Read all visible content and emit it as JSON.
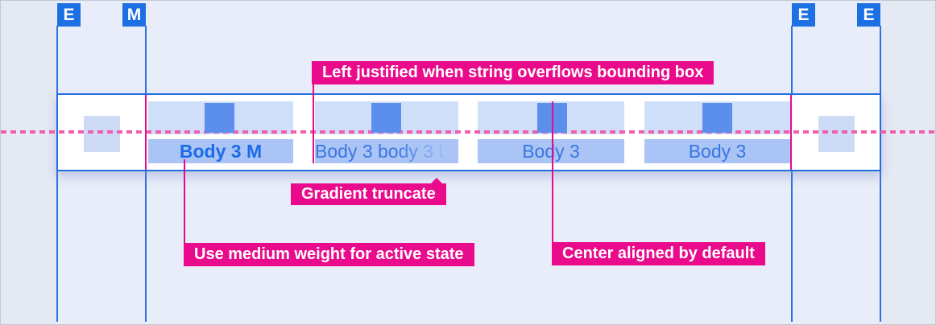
{
  "guides": [
    {
      "label": "E"
    },
    {
      "label": "M"
    },
    {
      "label": "E"
    },
    {
      "label": "E"
    }
  ],
  "tabs": [
    {
      "label": "Body 3 M",
      "state": "active",
      "note": "medium weight, active"
    },
    {
      "label": "Body 3 body 3 b",
      "state": "default",
      "note": "gradient truncate, left justified overflow"
    },
    {
      "label": "Body 3",
      "state": "default",
      "note": "center aligned"
    },
    {
      "label": "Body 3",
      "state": "default",
      "note": "center aligned"
    }
  ],
  "annotations": [
    {
      "text": "Left justified when string overflows bounding box"
    },
    {
      "text": "Gradient truncate"
    },
    {
      "text": "Use medium weight for active state"
    },
    {
      "text": "Center aligned by default"
    }
  ],
  "colors": {
    "accent_blue": "#1d6fe4",
    "magenta": "#e90b8b",
    "dashed_pink": "#f05fae",
    "tab_block": "#cfdef9",
    "tab_label_bg": "#a9c4f5",
    "indicator": "#5b8feb",
    "active_text": "#1c6ce8",
    "inactive_text": "#3b76e3",
    "background": "#e9edf9"
  }
}
